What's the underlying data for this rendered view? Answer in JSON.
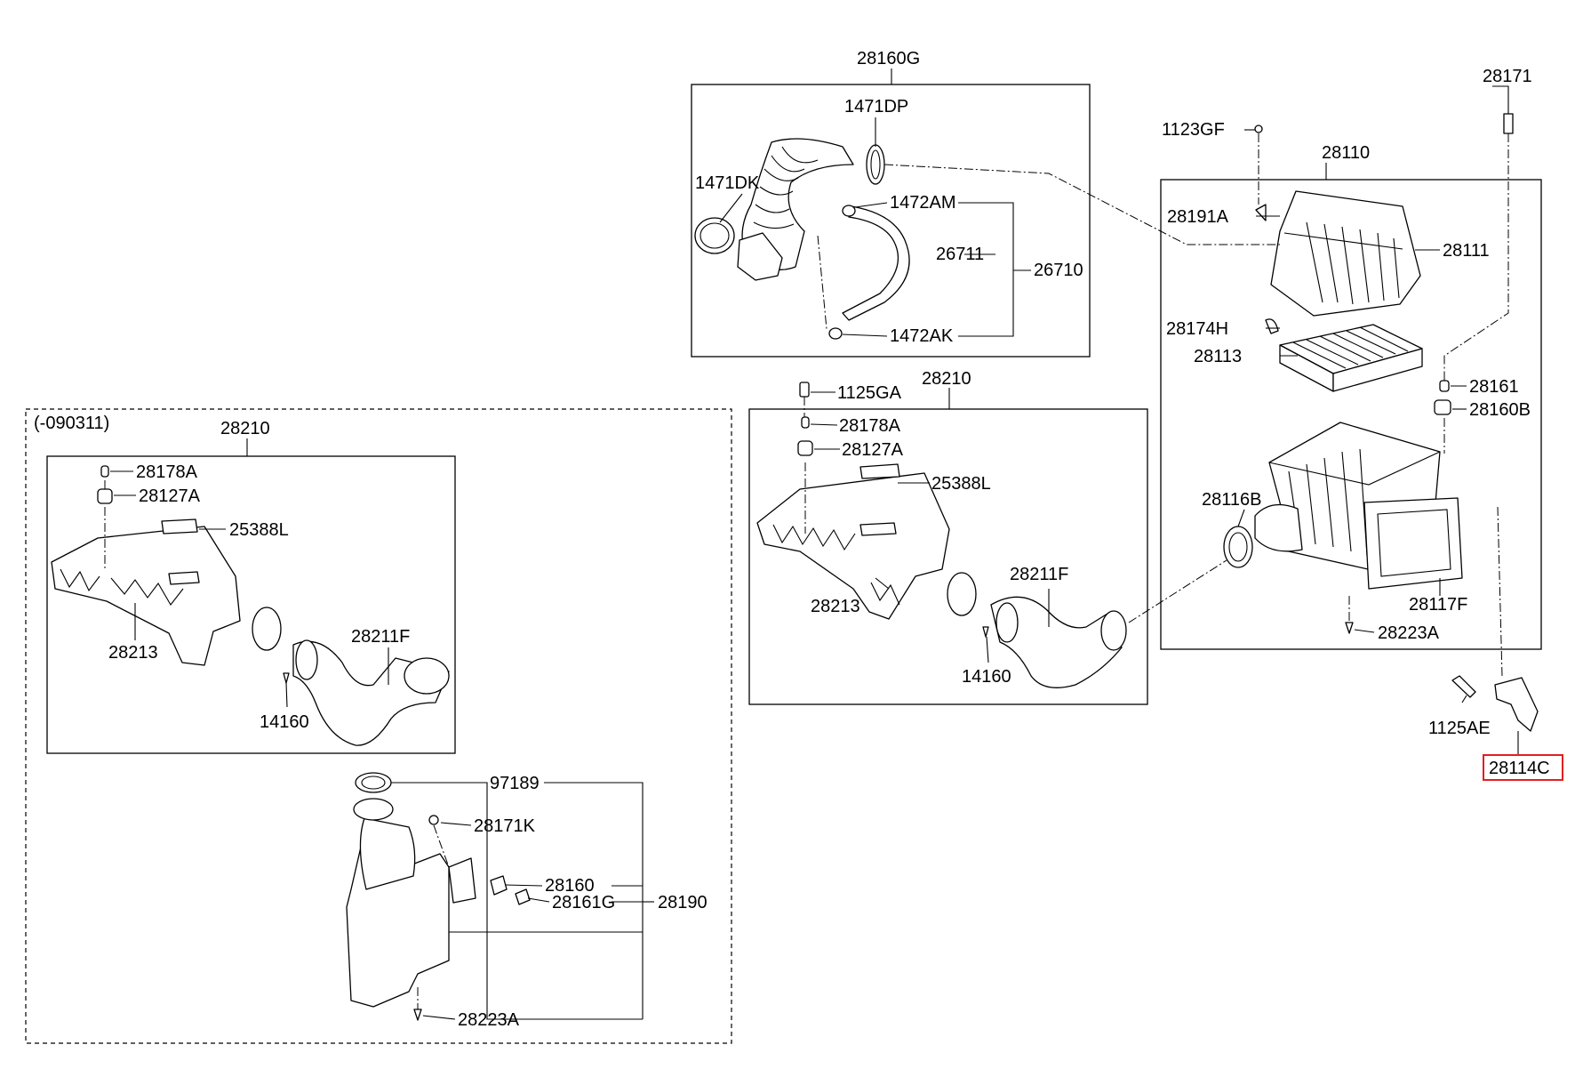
{
  "variant_label": "(-090311)",
  "labels": {
    "p28160G": "28160G",
    "p1471DP": "1471DP",
    "p1471DK": "1471DK",
    "p1472AM": "1472AM",
    "p26711": "26711",
    "p26710": "26710",
    "p1472AK": "1472AK",
    "p28171": "28171",
    "p1123GF": "1123GF",
    "p28110": "28110",
    "p28191A": "28191A",
    "p28111": "28111",
    "p28174H": "28174H",
    "p28113": "28113",
    "p28161": "28161",
    "p28160B": "28160B",
    "p28116B": "28116B",
    "p28117F": "28117F",
    "p28223A_r": "28223A",
    "p1125AE": "1125AE",
    "p28114C": "28114C",
    "p28210_m": "28210",
    "p1125GA": "1125GA",
    "p28178A_m": "28178A",
    "p28127A_m": "28127A",
    "p25388L_m": "25388L",
    "p28211F_m": "28211F",
    "p28213_m": "28213",
    "p14160_m": "14160",
    "p28210_l": "28210",
    "p28178A_l": "28178A",
    "p28127A_l": "28127A",
    "p25388L_l": "25388L",
    "p28213_l": "28213",
    "p28211F_l": "28211F",
    "p14160_l": "14160",
    "p97189": "97189",
    "p28171K": "28171K",
    "p28160": "28160",
    "p28161G": "28161G",
    "p28190": "28190",
    "p28223A_l": "28223A"
  },
  "highlight_color": "#e02020"
}
